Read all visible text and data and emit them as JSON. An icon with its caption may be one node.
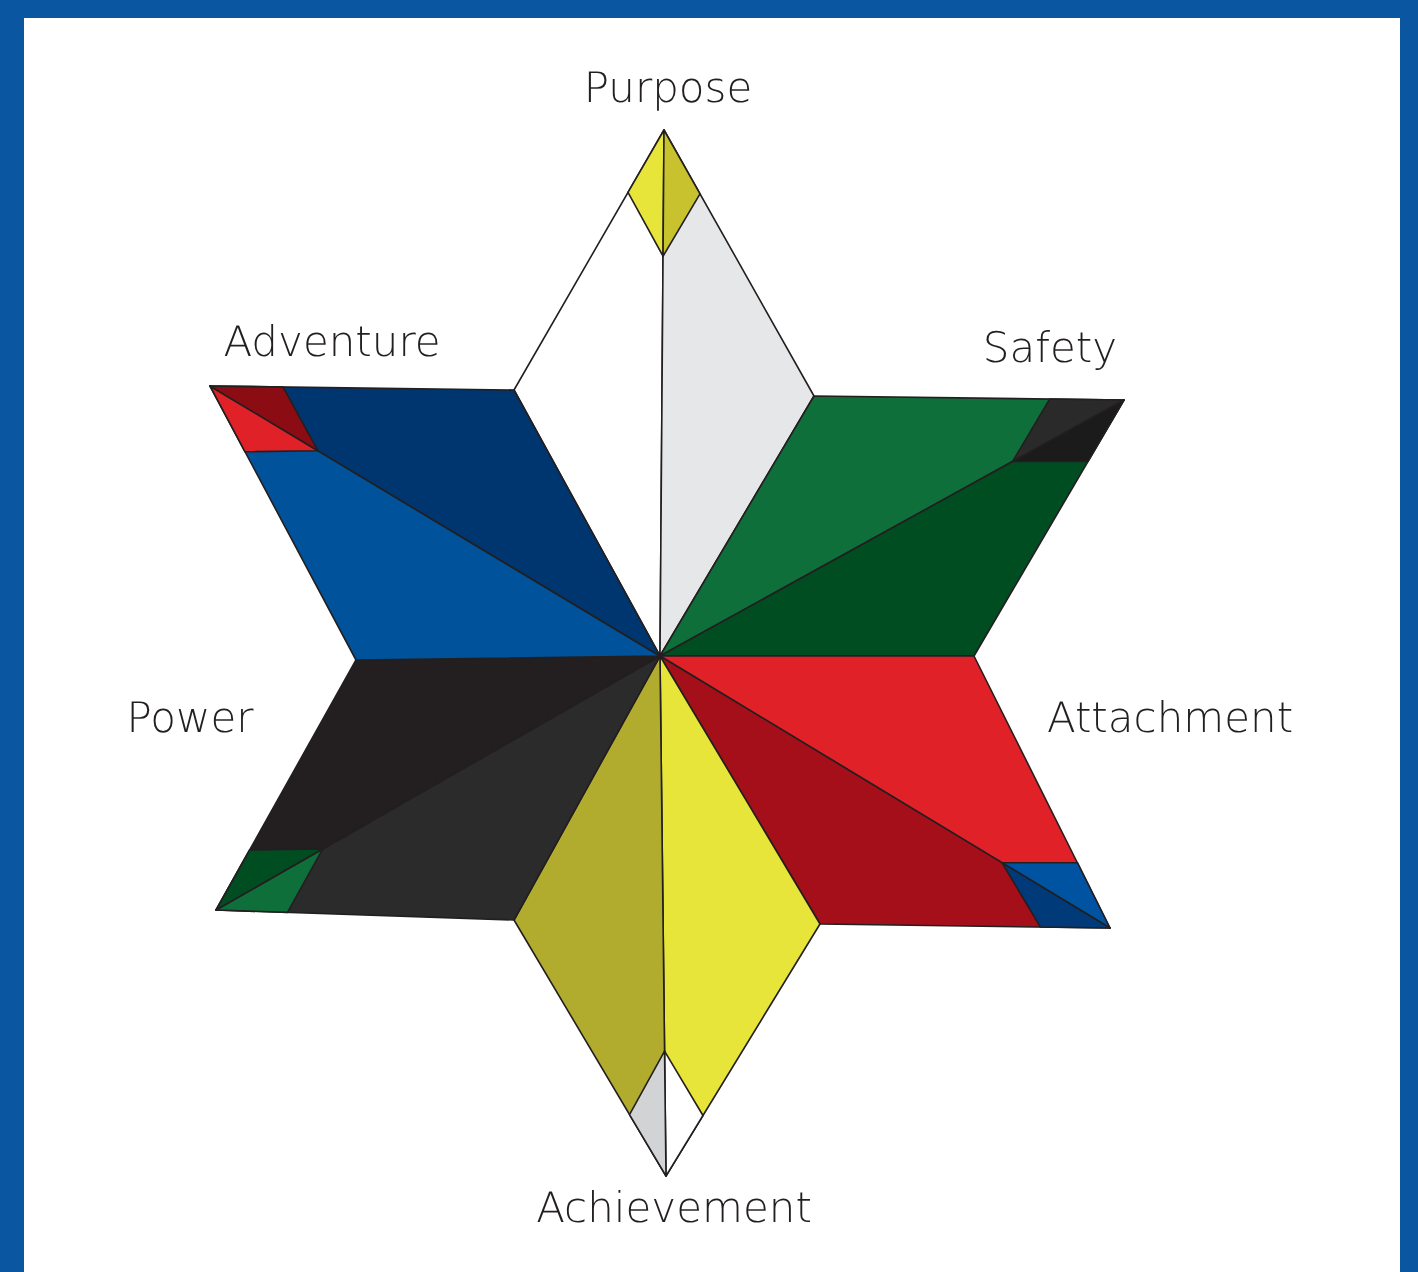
{
  "diagram": {
    "labels": [
      "Purpose",
      "Adventure",
      "Safety",
      "Power",
      "Attachment",
      "Achievement"
    ]
  }
}
